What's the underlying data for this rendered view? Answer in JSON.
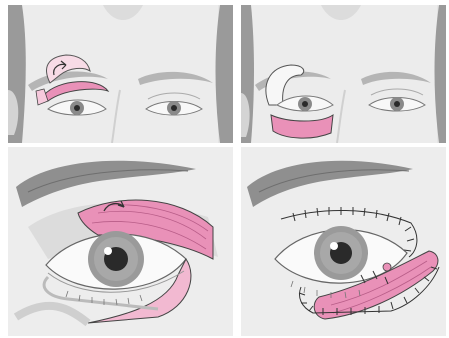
{
  "panels": [
    {
      "name": "panel-forehead-flap-upper-lid"
    },
    {
      "name": "panel-forehead-flap-lower-lid"
    },
    {
      "name": "panel-closeup-upper-lid-flap"
    },
    {
      "name": "panel-closeup-lower-lid-flap-sutured"
    }
  ],
  "colors": {
    "skin": "#e9e9e9",
    "skin_shadow": "#c9c9c9",
    "hair": "#8f8f8f",
    "brow": "#7a7a7a",
    "flap_pink": "#e991b8",
    "flap_light": "#f6c9dc",
    "flap_outline": "#444444",
    "iris": "#8a8a8a",
    "pupil": "#2a2a2a",
    "suture": "#333333"
  }
}
